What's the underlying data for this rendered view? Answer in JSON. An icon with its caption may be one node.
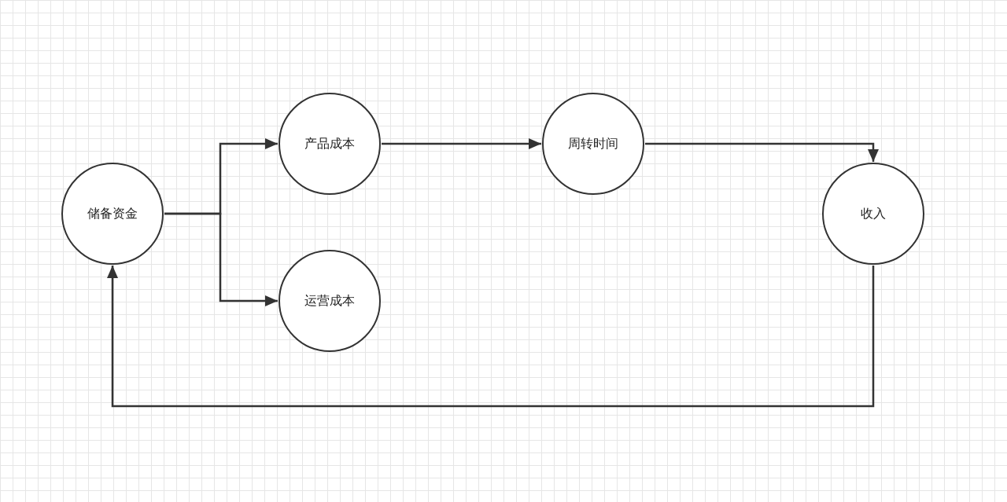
{
  "diagram": {
    "nodes": [
      {
        "text": [
          "储备资金"
        ]
      },
      {
        "text": [
          "产品成本"
        ]
      },
      {
        "text": [
          "运营成本"
        ]
      },
      {
        "text": [
          "周转时间"
        ]
      },
      {
        "text": [
          "收入"
        ]
      }
    ],
    "edges": [
      {
        "from": 0,
        "to": 1,
        "arrow": "to"
      },
      {
        "from": 0,
        "to": 2,
        "arrow": "to"
      },
      {
        "from": 1,
        "to": 3,
        "arrow": "to"
      },
      {
        "from": 3,
        "to": 4,
        "arrow": "to"
      },
      {
        "from": 4,
        "to": 0,
        "arrow": "to"
      }
    ]
  }
}
